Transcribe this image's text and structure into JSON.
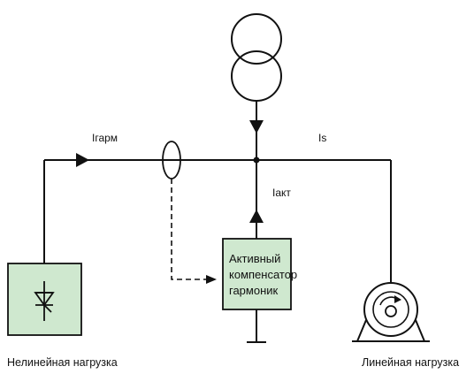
{
  "labels": {
    "current_harmonic": "Iгарм",
    "current_source": "Is",
    "current_active": "Iакт",
    "compensator_line1": "Активный",
    "compensator_line2": "компенсатор",
    "compensator_line3": "гармоник",
    "nonlinear_load": "Нелинейная нагрузка",
    "linear_load": "Линейная нагрузка"
  },
  "colors": {
    "box_fill": "#cfe8cf",
    "line": "#111111"
  },
  "icons": {
    "transformer": "transformer-icon",
    "thyristor": "thyristor-icon",
    "motor": "motor-icon",
    "current_sensor": "current-sensor-icon",
    "ground": "ground-icon"
  }
}
